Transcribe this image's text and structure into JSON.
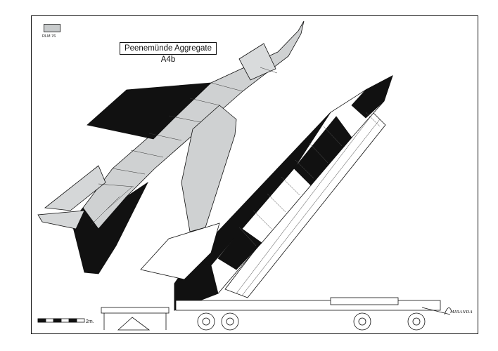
{
  "title": "Peenemünde Aggregate A4b",
  "color_key": {
    "label": "RLM 76",
    "swatch": "#c8cbcc"
  },
  "scale_bar": {
    "label": "2m."
  },
  "signature": "MIRANDA",
  "colors": {
    "ink": "#111111",
    "grey_paint": "#cfd1d2",
    "background": "#ffffff"
  }
}
